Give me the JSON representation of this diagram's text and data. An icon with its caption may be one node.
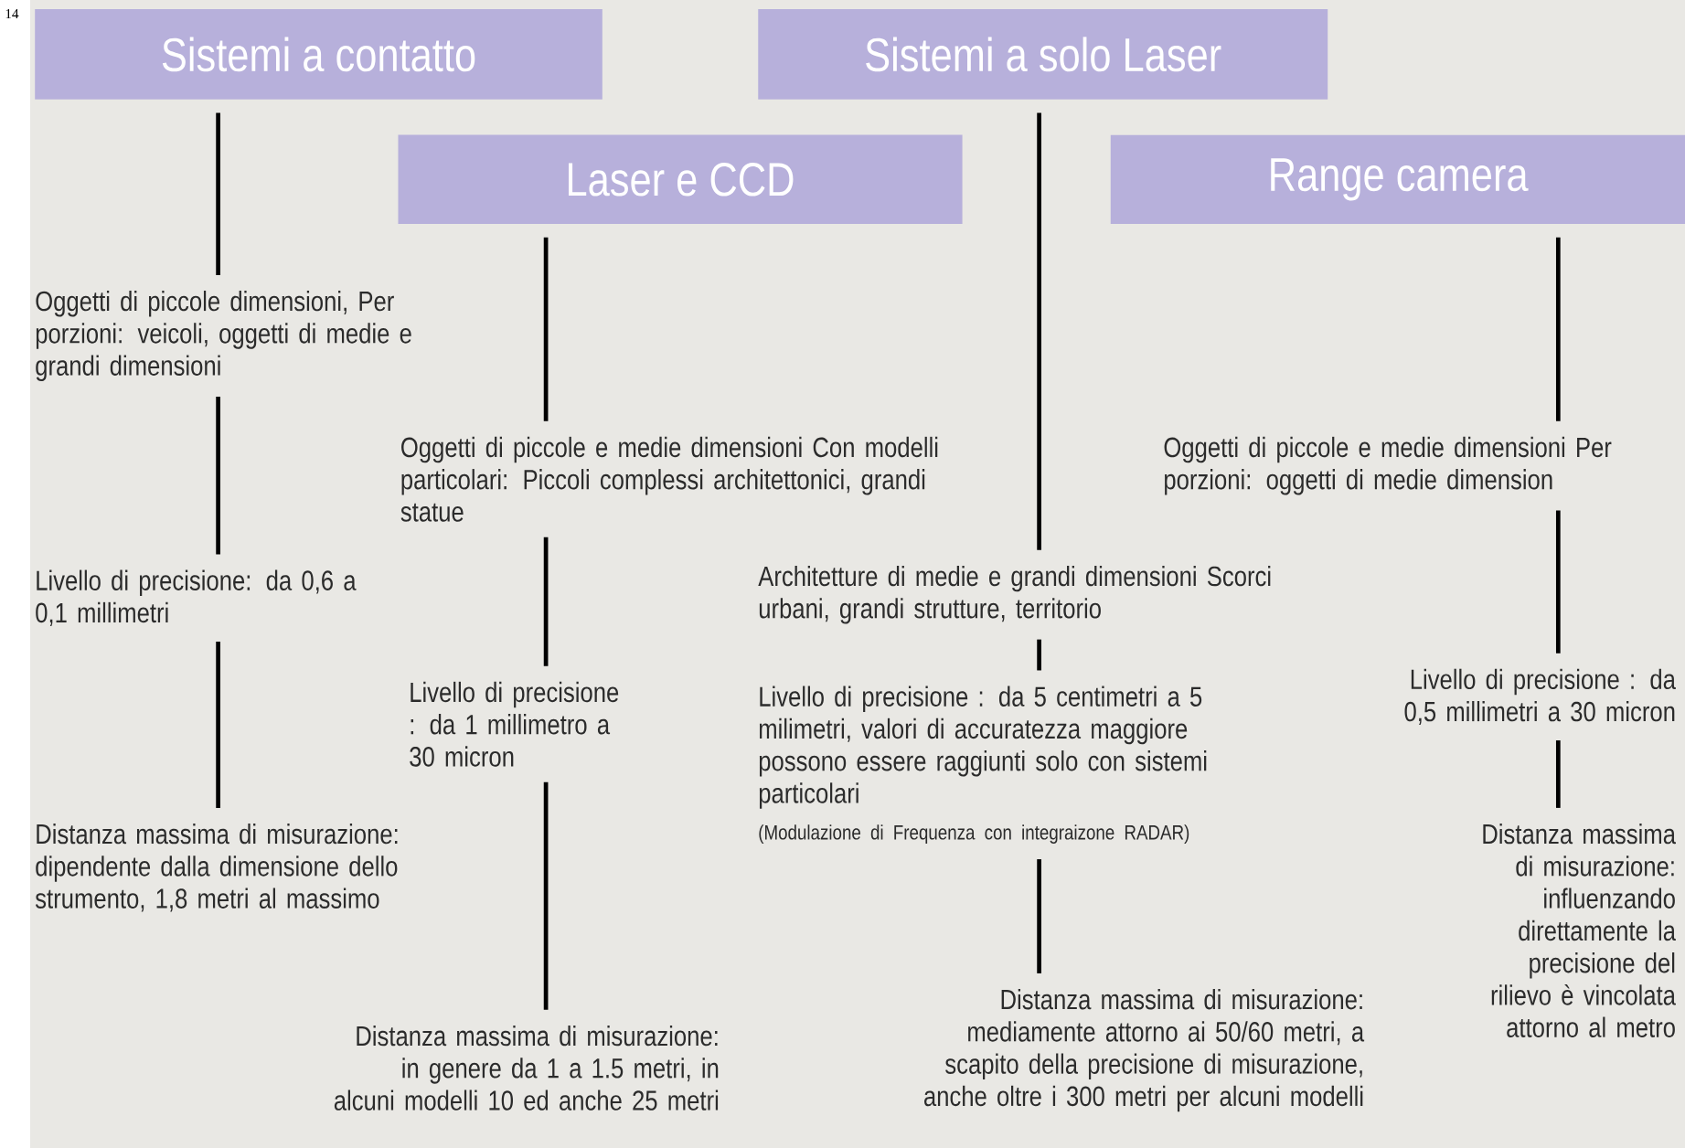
{
  "diagram": {
    "nodes": [
      {
        "text": [
          "Sistemi a contatto"
        ]
      },
      {
        "text": [
          "Sistemi a solo Laser"
        ]
      },
      {
        "text": [
          "Laser e CCD"
        ]
      },
      {
        "text": [
          "Range camera"
        ]
      },
      {
        "text": [
          "Oggetti di piccole dimensioni, Per porzioni: veicoli, oggetti di medie e grandi dimensioni"
        ]
      },
      {
        "text": [
          "Livello di precisione: da 0,6 a 0,1 millimetri"
        ]
      },
      {
        "text": [
          "Distanza massima di misurazione: dipendente dalla dimensione dello strumento, 1,8 metri al massimo"
        ]
      },
      {
        "text": [
          "Oggetti di piccole e medie dimensioni Con modelli particolari: Piccoli complessi architettonici, grandi statue"
        ]
      },
      {
        "text": [
          "Livello di precisione : da 1 millimetro a 30 micron"
        ]
      },
      {
        "text": [
          "Distanza massima di misurazione: in genere da 1 a 1.5 metri, in alcuni modelli 10 ed anche 25 metri"
        ]
      },
      {
        "text": [
          "Architetture di medie e grandi  dimensioni Scorci urbani, grandi strutture, territorio"
        ]
      },
      {
        "text": [
          "Livello di precisione : da 5 centimetri a 5 milimetri, valori di accuratezza maggiore possono essere raggiunti solo con sistemi particolari",
          "(Modulazione di Frequenza con integraizone RADAR)"
        ]
      },
      {
        "text": [
          "Distanza massima di misurazione: mediamente attorno ai 50/60 metri, a scapito della precisione di misurazione, anche oltre i 300 metri per alcuni modelli"
        ]
      },
      {
        "text": [
          "Oggetti di piccole e medie dimensioni Per porzioni: oggetti di medie dimension"
        ]
      },
      {
        "text": [
          "Livello di precisione : da 0,5 millimetri a 30 micron"
        ]
      },
      {
        "text": [
          "Distanza massima di misurazione: influenzando direttamente la precisione del rilievo è vincolata attorno al metro"
        ]
      }
    ],
    "edges": [
      {
        "from": 0,
        "to": 4,
        "arrow": "none"
      },
      {
        "from": 4,
        "to": 5,
        "arrow": "none"
      },
      {
        "from": 5,
        "to": 6,
        "arrow": "none"
      },
      {
        "from": 2,
        "to": 7,
        "arrow": "none"
      },
      {
        "from": 7,
        "to": 8,
        "arrow": "none"
      },
      {
        "from": 8,
        "to": 9,
        "arrow": "none"
      },
      {
        "from": 1,
        "to": 10,
        "arrow": "none"
      },
      {
        "from": 10,
        "to": 11,
        "arrow": "none"
      },
      {
        "from": 11,
        "to": 12,
        "arrow": "none"
      },
      {
        "from": 3,
        "to": 13,
        "arrow": "none"
      },
      {
        "from": 13,
        "to": 14,
        "arrow": "none"
      },
      {
        "from": 14,
        "to": 15,
        "arrow": "none"
      }
    ],
    "labels": [
      "14"
    ]
  }
}
